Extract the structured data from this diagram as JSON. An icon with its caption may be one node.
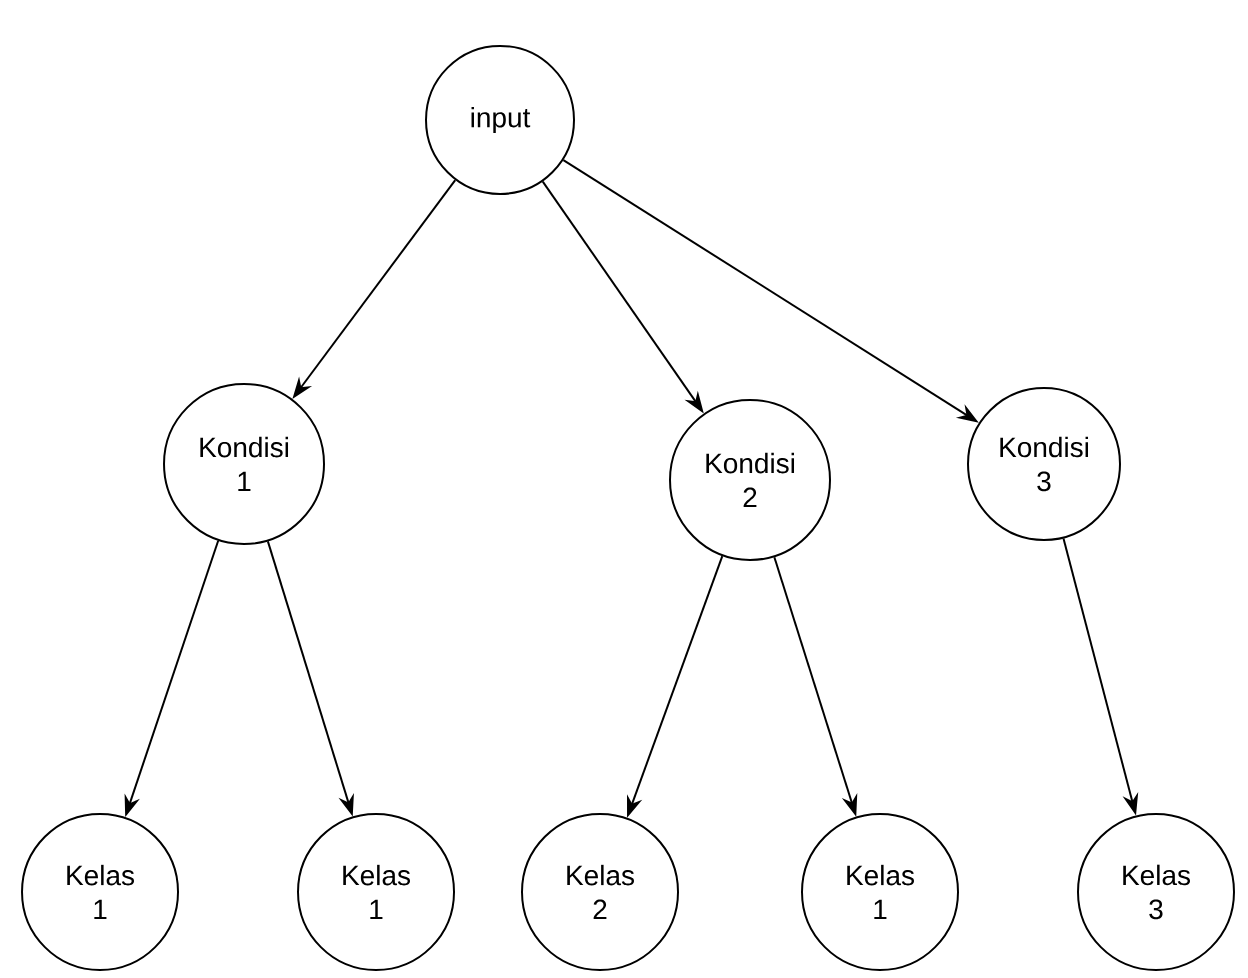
{
  "diagram": {
    "nodes": [
      {
        "text": [
          "input"
        ]
      },
      {
        "text": [
          "Kondisi 1"
        ]
      },
      {
        "text": [
          "Kondisi 2"
        ]
      },
      {
        "text": [
          "Kondisi 3"
        ]
      },
      {
        "text": [
          "Kelas 1"
        ]
      },
      {
        "text": [
          "Kelas 1"
        ]
      },
      {
        "text": [
          "Kelas 2"
        ]
      },
      {
        "text": [
          "Kelas 1"
        ]
      },
      {
        "text": [
          "Kelas 3"
        ]
      }
    ],
    "edges": [
      {
        "from": 0,
        "to": 1,
        "arrow": "to"
      },
      {
        "from": 0,
        "to": 2,
        "arrow": "to"
      },
      {
        "from": 0,
        "to": 3,
        "arrow": "to"
      },
      {
        "from": 1,
        "to": 4,
        "arrow": "to"
      },
      {
        "from": 1,
        "to": 5,
        "arrow": "to"
      },
      {
        "from": 2,
        "to": 6,
        "arrow": "to"
      },
      {
        "from": 2,
        "to": 7,
        "arrow": "to"
      },
      {
        "from": 3,
        "to": 8,
        "arrow": "to"
      }
    ]
  }
}
